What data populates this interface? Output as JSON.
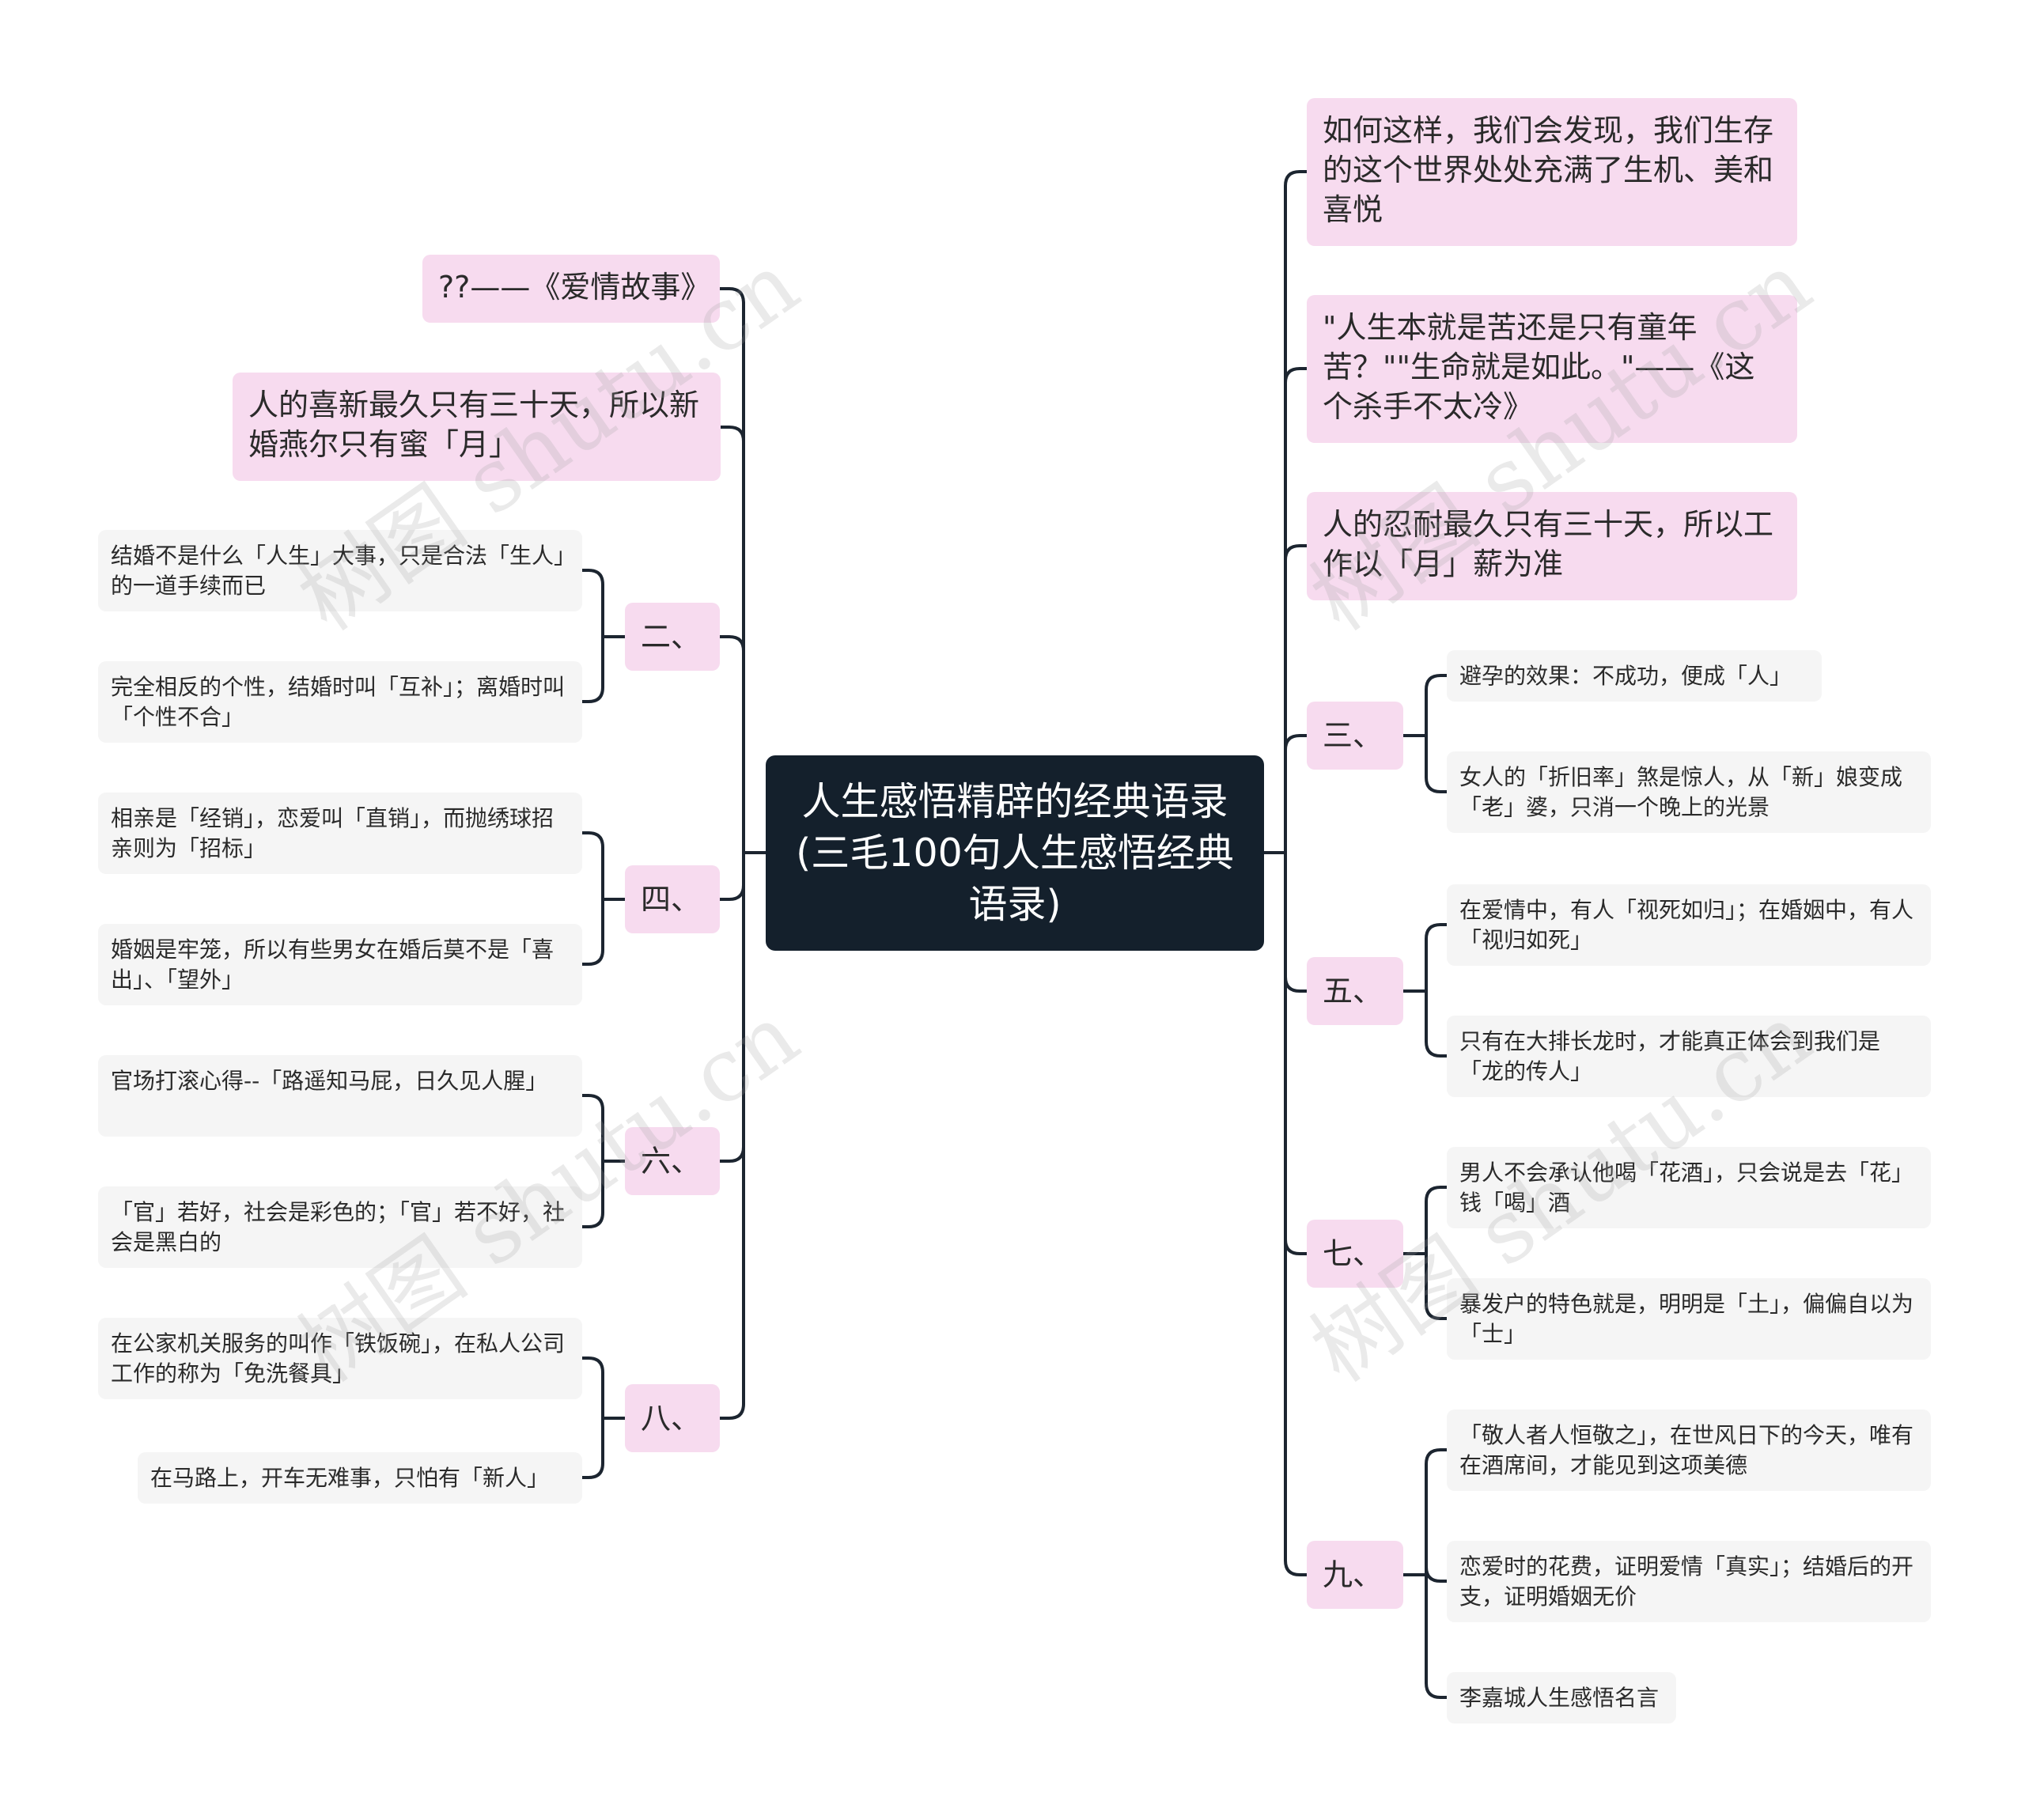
{
  "root": {
    "title": "人生感悟精辟的经典语录(三毛100句人生感悟经典语录)"
  },
  "left": {
    "quote1": "??——《爱情故事》",
    "quote2": "人的喜新最久只有三十天，所以新婚燕尔只有蜜「月」",
    "b2": {
      "label": "二、",
      "leaves": [
        "结婚不是什么「人生」大事，只是合法「生人」的一道手续而已",
        "完全相反的个性，结婚时叫「互补」；离婚时叫「个性不合」"
      ]
    },
    "b4": {
      "label": "四、",
      "leaves": [
        "相亲是「经销」，恋爱叫「直销」，而抛绣球招亲则为「招标」",
        "婚姻是牢笼，所以有些男女在婚后莫不是「喜出」、「望外」"
      ]
    },
    "b6": {
      "label": "六、",
      "leaves": [
        "官场打滚心得--「路遥知马屁，日久见人腥」",
        "「官」若好，社会是彩色的；「官」若不好，社会是黑白的"
      ]
    },
    "b8": {
      "label": "八、",
      "leaves": [
        "在公家机关服务的叫作「铁饭碗」，在私人公司工作的称为「免洗餐具」",
        "在马路上，开车无难事，只怕有「新人」"
      ]
    }
  },
  "right": {
    "quote1": "如何这样，我们会发现，我们生存的这个世界处处充满了生机、美和喜悦",
    "quote2": "\"人生本就是苦还是只有童年苦？\"\"生命就是如此。\"——《这个杀手不太冷》",
    "quote3": "人的忍耐最久只有三十天，所以工作以「月」薪为准",
    "b3": {
      "label": "三、",
      "leaves": [
        "避孕的效果：不成功，便成「人」",
        "女人的「折旧率」煞是惊人，从「新」娘变成「老」婆，只消一个晚上的光景"
      ]
    },
    "b5": {
      "label": "五、",
      "leaves": [
        "在爱情中，有人「视死如归」；在婚姻中，有人「视归如死」",
        "只有在大排长龙时，才能真正体会到我们是「龙的传人」"
      ]
    },
    "b7": {
      "label": "七、",
      "leaves": [
        "男人不会承认他喝「花酒」，只会说是去「花」钱「喝」酒",
        "暴发户的特色就是，明明是「土」，偏偏自以为「士」"
      ]
    },
    "b9": {
      "label": "九、",
      "leaves": [
        "「敬人者人恒敬之」，在世风日下的今天，唯有在酒席间，才能见到这项美德",
        "恋爱时的花费，证明爱情「真实」；结婚后的开支，证明婚姻无价",
        "李嘉城人生感悟名言"
      ]
    }
  },
  "watermark": "树图 shutu.cn",
  "colors": {
    "root_bg": "#14202c",
    "topic_bg": "#f7dbef",
    "leaf_bg": "#f5f5f5",
    "line": "#1c2530"
  }
}
